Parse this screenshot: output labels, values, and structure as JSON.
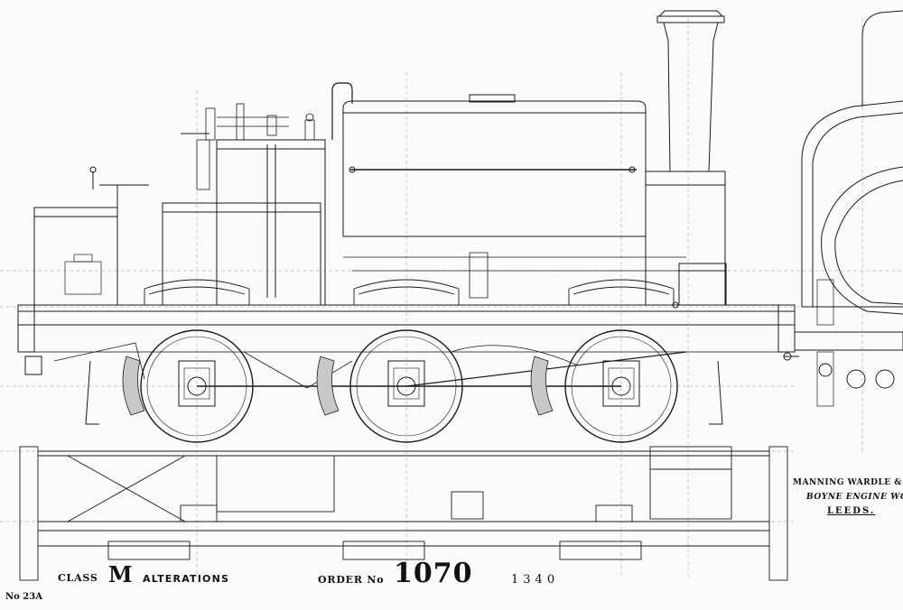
{
  "maker": {
    "name": "MANNING WARDLE & Co",
    "works": "BOYNE ENGINE WORKS",
    "city": "LEEDS."
  },
  "title_block": {
    "class_label": "CLASS",
    "class_letter": "M",
    "alterations": "ALTERATIONS",
    "order_label": "ORDER No",
    "order_number": "1070",
    "works_number": "1340"
  },
  "sheet_number": "No 23A",
  "colors": {
    "ink": "#1a1a1a",
    "paper": "#fbfbf9",
    "faint": "#8a8a8a"
  }
}
